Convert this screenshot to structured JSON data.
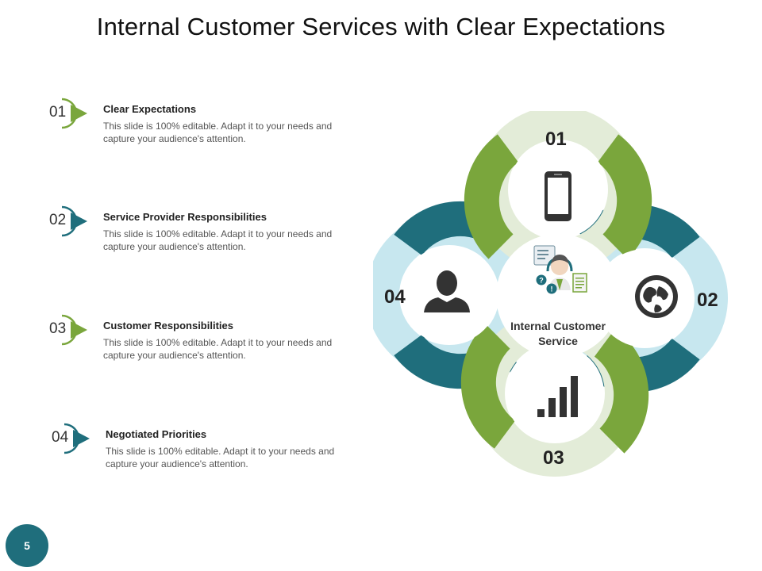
{
  "title": "Internal Customer Services with Clear Expectations",
  "items": [
    {
      "number": "01",
      "heading": "Clear Expectations",
      "description": "This slide is 100% editable. Adapt it to your needs and capture your audience's attention."
    },
    {
      "number": "02",
      "heading": "Service Provider Responsibilities",
      "description": "This slide is 100% editable. Adapt it to your needs and capture your audience's attention."
    },
    {
      "number": "03",
      "heading": "Customer Responsibilities",
      "description": "This slide is 100% editable. Adapt it to your needs and capture your audience's attention."
    },
    {
      "number": "04",
      "heading": "Negotiated Priorities",
      "description": "This slide is 100% editable. Adapt it to your needs and capture your audience's attention."
    }
  ],
  "diagram": {
    "center_label": "Internal Customer Service",
    "nodes": [
      {
        "number": "01",
        "icon": "smartphone-icon"
      },
      {
        "number": "02",
        "icon": "globe-icon"
      },
      {
        "number": "03",
        "icon": "bar-chart-icon"
      },
      {
        "number": "04",
        "icon": "user-icon"
      }
    ]
  },
  "page_number": "5",
  "colors": {
    "green": "#7aa63c",
    "light_green": "#e3ecd8",
    "teal": "#1f6e7c",
    "light_blue": "#c7e7ef",
    "icon_dark": "#333333"
  }
}
